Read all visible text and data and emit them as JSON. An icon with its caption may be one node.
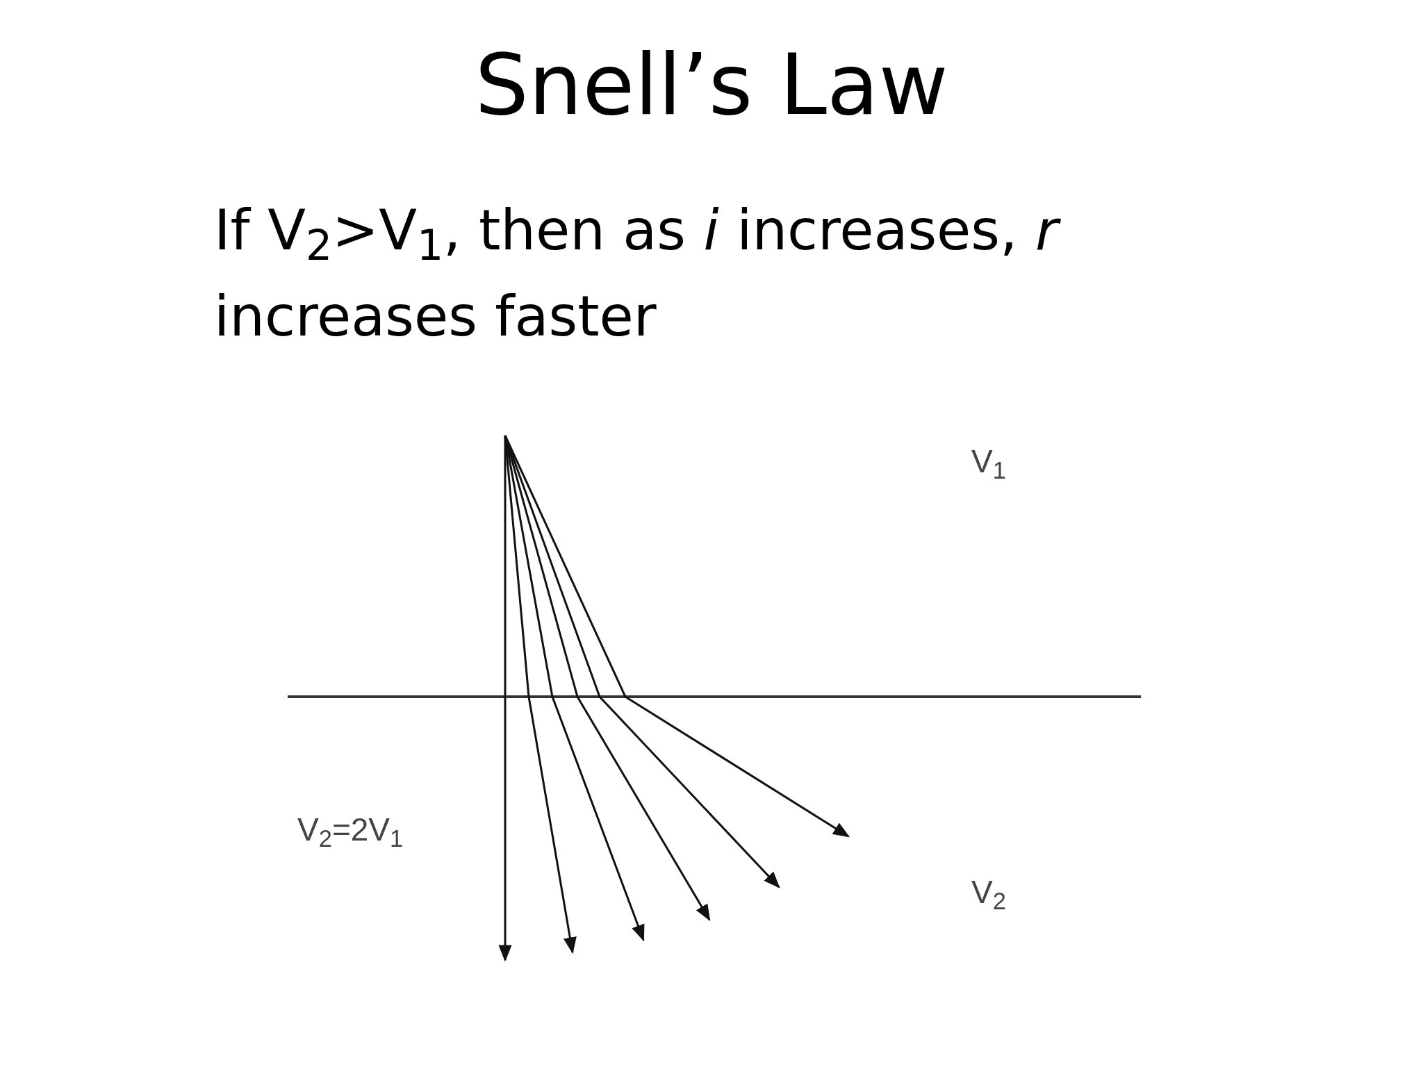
{
  "diagram": {
    "title": "Snell’s Law",
    "labels": [
      "If V$_{2}$>V$_{1}$, then as *i* increases, *r* increases faster",
      "V$_{1}$",
      "V$_{2}$=2V$_{1}$",
      "V$_{2}$"
    ]
  }
}
